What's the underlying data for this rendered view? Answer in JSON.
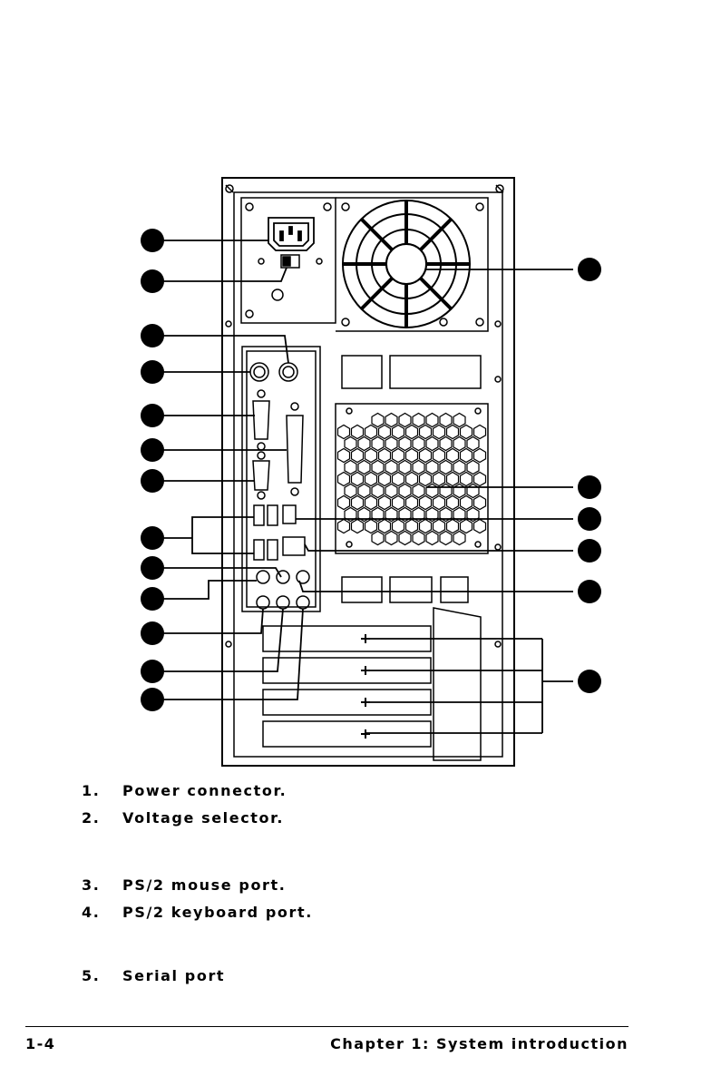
{
  "items": [
    {
      "num": "1.",
      "text": "Power connector."
    },
    {
      "num": "2.",
      "text": "Voltage selector."
    },
    {
      "num": "3.",
      "text": "PS/2 mouse port."
    },
    {
      "num": "4.",
      "text": "PS/2 keyboard port."
    },
    {
      "num": "5.",
      "text": "Serial port"
    }
  ],
  "footer": {
    "page_number": "1-4",
    "chapter": "Chapter 1: System introduction"
  },
  "diagram": {
    "subject": "computer chassis rear panel",
    "callout_count": 18
  }
}
